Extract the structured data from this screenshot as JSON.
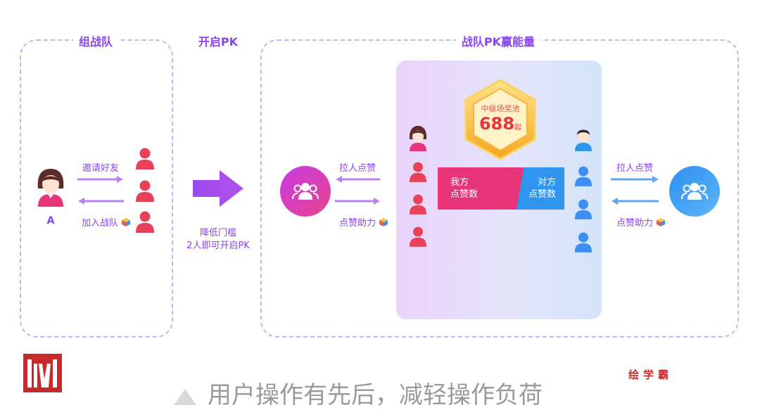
{
  "sections": {
    "team": "组战队",
    "start": "开启PK",
    "pk": "战队PK赢能量"
  },
  "team": {
    "invite": "邀请好友",
    "join": "加入战队",
    "user": "A"
  },
  "start_note": {
    "line1": "降低门槛",
    "line2": "2人即可开启PK"
  },
  "pk": {
    "left_pull": "拉人点赞",
    "left_help": "点赞助力",
    "right_pull": "拉人点赞",
    "right_help": "点赞助力",
    "prize_title": "中级场奖池",
    "prize_value": "688",
    "prize_suffix": "起",
    "ours_line1": "我方",
    "ours_line2": "点赞数",
    "theirs_line1": "对方",
    "theirs_line2": "点赞数"
  },
  "footer": {
    "caption": "用户操作有先后，减轻操作负荷",
    "brand": "绘学霸"
  },
  "colors": {
    "accent": "#8a44f0",
    "red": "#e8357a",
    "blue": "#2f95ee",
    "logo": "#c62a2a"
  }
}
